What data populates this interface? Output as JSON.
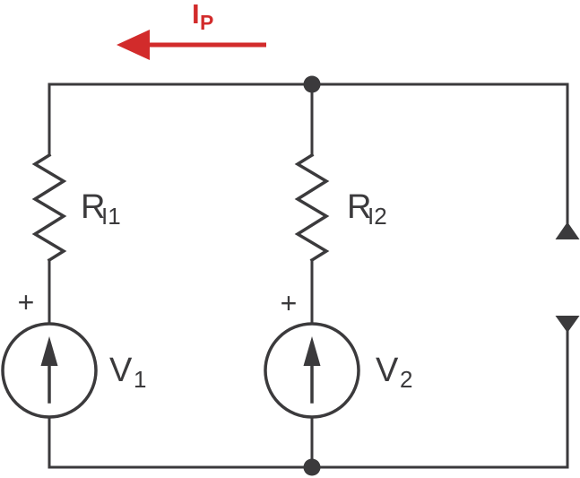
{
  "colors": {
    "wire": "#3b3a3c",
    "accent": "#d22b2b",
    "background": "#ffffff"
  },
  "labels": {
    "current": {
      "main": "I",
      "sub": "P"
    },
    "resistor1": {
      "main": "R",
      "sub": "I1"
    },
    "resistor2": {
      "main": "R",
      "sub": "I2"
    },
    "source1": {
      "main": "V",
      "sub": "1",
      "polarity": "+"
    },
    "source2": {
      "main": "V",
      "sub": "2",
      "polarity": "+"
    }
  },
  "components": [
    {
      "id": "IP",
      "type": "current-arrow",
      "label": "IP",
      "direction": "left"
    },
    {
      "id": "RI1",
      "type": "resistor",
      "label": "RI1"
    },
    {
      "id": "RI2",
      "type": "resistor",
      "label": "RI2"
    },
    {
      "id": "V1",
      "type": "voltage-source",
      "label": "V1",
      "polarity_mark": "+"
    },
    {
      "id": "V2",
      "type": "voltage-source",
      "label": "V2",
      "polarity_mark": "+"
    }
  ]
}
